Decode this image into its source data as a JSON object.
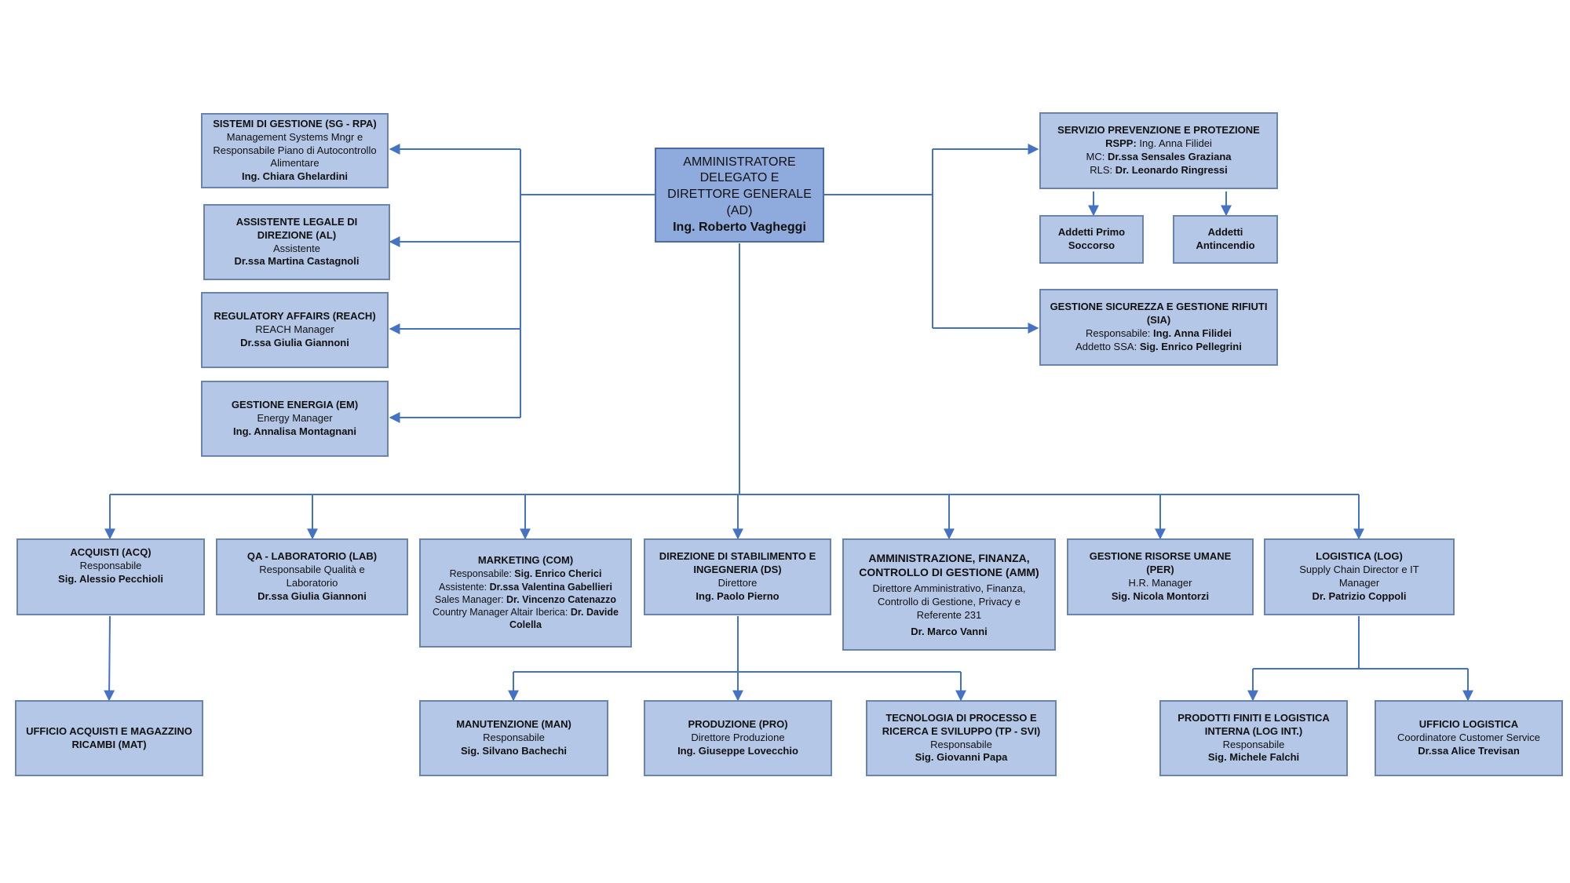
{
  "nodes": {
    "ad": {
      "title": "AMMINISTRATORE DELEGATO E DIRETTORE GENERALE (AD)",
      "name": "Ing. Roberto Vagheggi"
    },
    "sg": {
      "title": "SISTEMI DI GESTIONE (SG - RPA)",
      "role": "Management Systems Mngr e Responsabile Piano di Autocontrollo Alimentare",
      "name": "Ing. Chiara Ghelardini"
    },
    "al": {
      "title": "ASSISTENTE LEGALE DI DIREZIONE (AL)",
      "role": "Assistente",
      "name": "Dr.ssa Martina Castagnoli"
    },
    "reach": {
      "title": "REGULATORY AFFAIRS (REACH)",
      "role": "REACH Manager",
      "name": "Dr.ssa Giulia Giannoni"
    },
    "em": {
      "title": "GESTIONE ENERGIA (EM)",
      "role": "Energy Manager",
      "name": "Ing. Annalisa Montagnani"
    },
    "spp": {
      "title": "SERVIZIO PREVENZIONE E PROTEZIONE",
      "rspp_label": "RSPP:",
      "rspp_name": "Ing. Anna Filidei",
      "mc_label": "MC:",
      "mc_name": "Dr.ssa Sensales Graziana",
      "rls_label": "RLS:",
      "rls_name": "Dr. Leonardo Ringressi"
    },
    "ps": {
      "title": "Addetti Primo Soccorso"
    },
    "ai": {
      "title": "Addetti Antincendio"
    },
    "sia": {
      "title": "GESTIONE SICUREZZA E GESTIONE RIFIUTI (SIA)",
      "resp_label": "Responsabile:",
      "resp_name": "Ing. Anna Filidei",
      "add_label": "Addetto SSA:",
      "add_name": "Sig. Enrico Pellegrini"
    },
    "acq": {
      "title": "ACQUISTI (ACQ)",
      "role": "Responsabile",
      "name": "Sig. Alessio Pecchioli"
    },
    "lab": {
      "title": "QA - LABORATORIO (LAB)",
      "role": "Responsabile Qualità e Laboratorio",
      "name": "Dr.ssa Giulia Giannoni"
    },
    "com": {
      "title": "MARKETING (COM)",
      "r1_label": "Responsabile:",
      "r1_name": "Sig. Enrico Cherici",
      "r2_label": "Assistente:",
      "r2_name": "Dr.ssa Valentina Gabellieri",
      "r3_label": "Sales Manager:",
      "r3_name": "Dr. Vincenzo Catenazzo",
      "r4_label": "Country Manager Altair Iberica:",
      "r4_name": "Dr. Davide Colella"
    },
    "ds": {
      "title": "DIREZIONE DI STABILIMENTO E INGEGNERIA (DS)",
      "role": "Direttore",
      "name": "Ing. Paolo Pierno"
    },
    "amm": {
      "title": "AMMINISTRAZIONE, FINANZA, CONTROLLO DI GESTIONE (AMM)",
      "role": "Direttore Amministrativo, Finanza, Controllo di Gestione, Privacy e Referente 231",
      "name": "Dr. Marco Vanni"
    },
    "per": {
      "title": "GESTIONE RISORSE UMANE (PER)",
      "role": "H.R. Manager",
      "name": "Sig. Nicola Montorzi"
    },
    "log": {
      "title": "LOGISTICA (LOG)",
      "role": "Supply Chain Director e IT Manager",
      "name": "Dr. Patrizio Coppoli"
    },
    "mat": {
      "title": "UFFICIO ACQUISTI E MAGAZZINO RICAMBI (MAT)"
    },
    "man": {
      "title": "MANUTENZIONE (MAN)",
      "role": "Responsabile",
      "name": "Sig. Silvano Bachechi"
    },
    "pro": {
      "title": "PRODUZIONE  (PRO)",
      "role": "Direttore Produzione",
      "name": "Ing. Giuseppe Lovecchio"
    },
    "svi": {
      "title": "TECNOLOGIA DI PROCESSO E RICERCA E SVILUPPO (TP - SVI)",
      "role": "Responsabile",
      "name": "Sig. Giovanni Papa"
    },
    "logint": {
      "title": "PRODOTTI FINITI E LOGISTICA INTERNA (LOG INT.)",
      "role": "Responsabile",
      "name": "Sig. Michele Falchi"
    },
    "ulog": {
      "title": "UFFICIO LOGISTICA",
      "role": "Coordinatore Customer Service",
      "name": "Dr.ssa Alice Trevisan"
    }
  },
  "colors": {
    "box_fill": "#b4c7e7",
    "box_border": "#6b84ad",
    "main_fill": "#8faadc",
    "line": "#4472c4"
  }
}
